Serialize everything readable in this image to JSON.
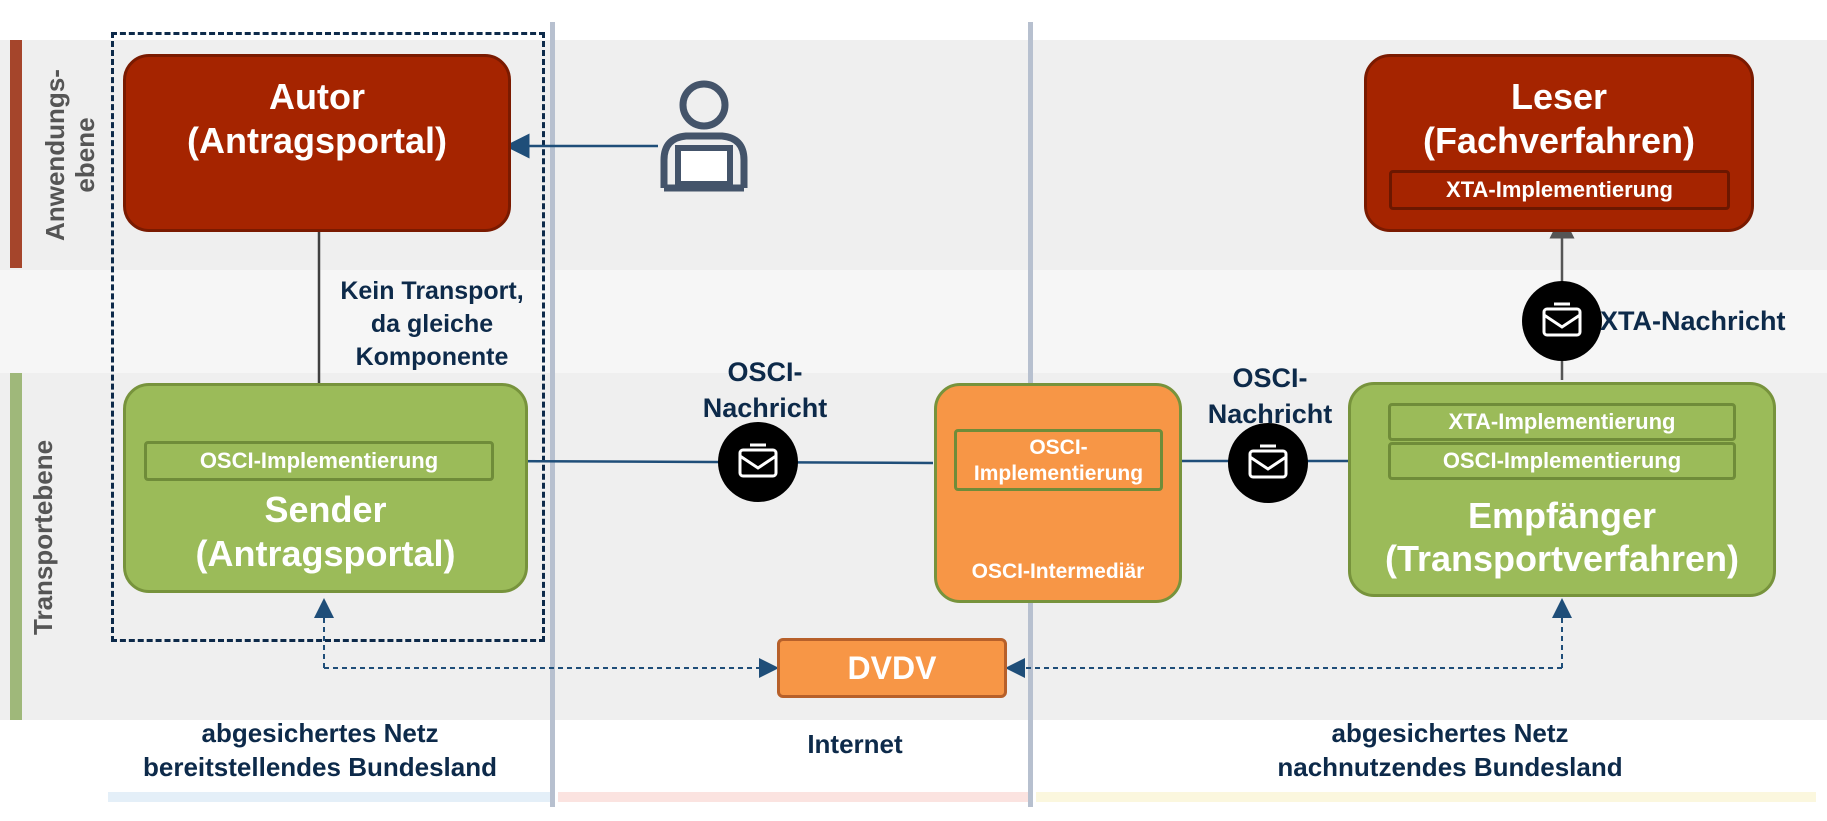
{
  "layers": {
    "application": "Anwendungs-\nebene",
    "transport": "Transportebene"
  },
  "author": {
    "title_line1": "Autor",
    "title_line2": "(Antragsportal)"
  },
  "reader": {
    "title_line1": "Leser",
    "title_line2": "(Fachverfahren)",
    "impl": "XTA-Implementierung"
  },
  "sender": {
    "title_line1": "Sender",
    "title_line2": "(Antragsportal)",
    "impl": "OSCI-Implementierung"
  },
  "intermediary": {
    "impl": "OSCI-\nImplementierung",
    "label": "OSCI-Intermediär"
  },
  "receiver": {
    "title_line1": "Empfänger",
    "title_line2": "(Transportverfahren)",
    "impl_xta": "XTA-Implementierung",
    "impl_osci": "OSCI-Implementierung"
  },
  "no_transport_note": "Kein Transport,\nda gleiche\nKomponente",
  "osci_message_left": "OSCI-\nNachricht",
  "osci_message_right": "OSCI-\nNachricht",
  "xta_message": "XTA-Nachricht",
  "dvdv": "DVDV",
  "zones": {
    "left": "abgesichertes Netz\nbereitstellendes Bundesland",
    "middle": "Internet",
    "right": "abgesichertes Netz\nnachnutzendes Bundesland"
  },
  "icons": [
    "user-at-laptop-icon",
    "envelope-icon"
  ],
  "colors": {
    "app_red": "#a52400",
    "transport_green": "#9bbb59",
    "intermediary_orange": "#f79646",
    "arrow_blue": "#1f4e79",
    "text_navy": "#0d2a4a",
    "layer_bar_app": "#a5452b",
    "layer_bar_transport": "#9fb87a"
  }
}
